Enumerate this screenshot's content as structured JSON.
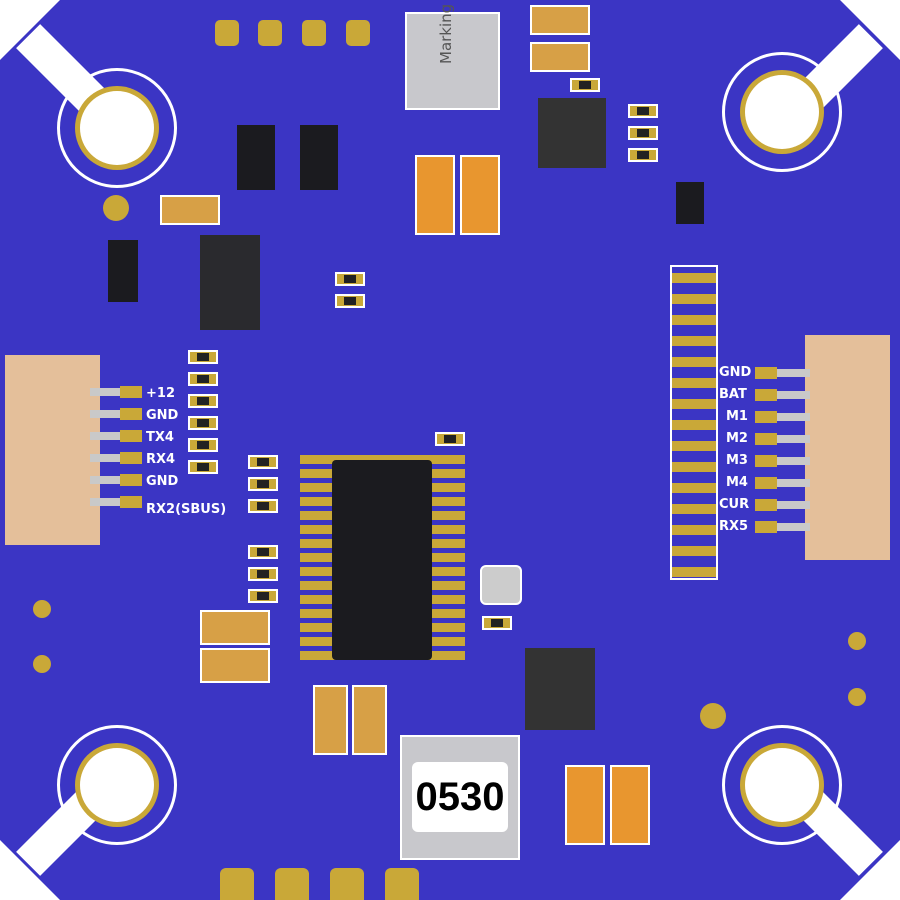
{
  "left_connector": {
    "labels": [
      "+12",
      "GND",
      "TX4",
      "RX4",
      "GND",
      "RX2(SBUS)"
    ]
  },
  "right_connector": {
    "labels": [
      "GND",
      "BAT",
      "M1",
      "M2",
      "M3",
      "M4",
      "CUR",
      "RX5"
    ]
  },
  "top_inductor": {
    "marking": "Marking"
  },
  "bottom_inductor": {
    "marking": "0530"
  },
  "colors": {
    "board": "#3b35c4",
    "gold": "#c9a838",
    "connector": "#e4bf9a"
  }
}
